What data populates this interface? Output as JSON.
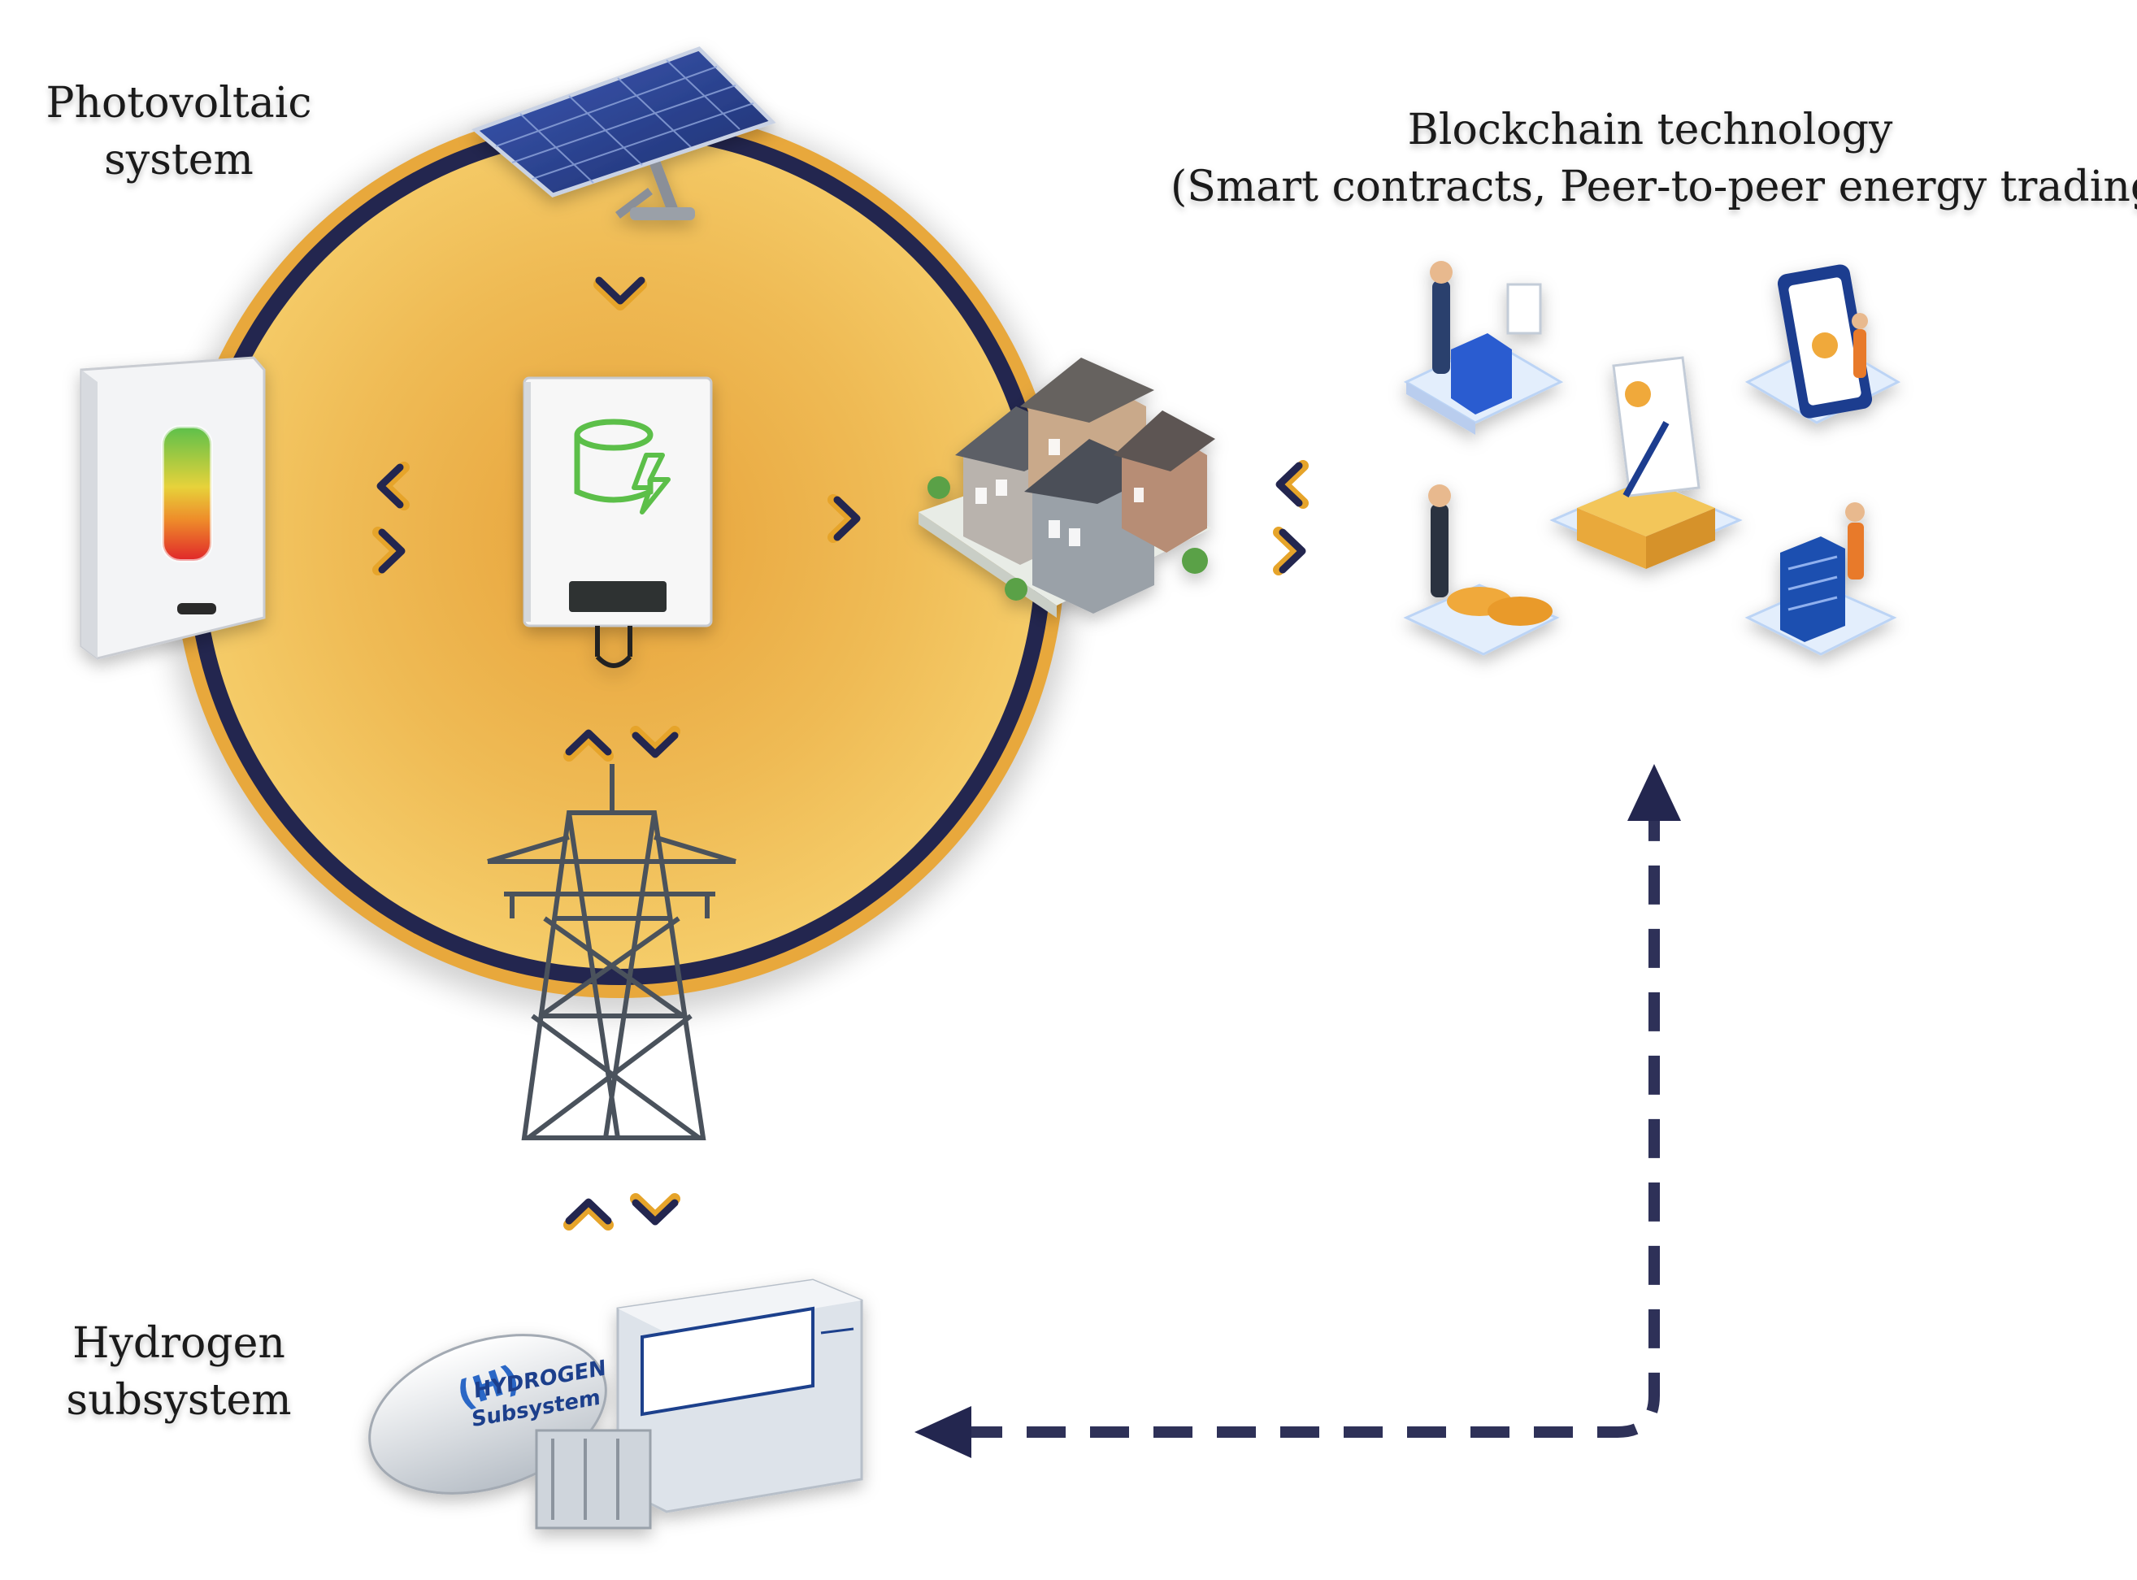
{
  "labels": {
    "photovoltaic_line1": "Photovoltaic",
    "photovoltaic_line2": "system",
    "blockchain_line1": "Blockchain technology",
    "blockchain_line2": "(Smart contracts, Peer-to-peer energy trading)",
    "hydrogen_line1": "Hydrogen",
    "hydrogen_line2": "subsystem"
  },
  "equipment_text": {
    "container_line1": "HYDROGEN",
    "container_line2": "Subsystem",
    "tank_mark": "(H)"
  },
  "colors": {
    "circle_gold": "#e8a83c",
    "circle_ring": "#23264f",
    "arrow_navy": "#23264f",
    "chevron_gold": "#e6a42a",
    "inverter_green": "#5cbf4a"
  },
  "icons": [
    "solar-panel-icon",
    "battery-icon",
    "inverter-icon",
    "houses-icon",
    "transmission-tower-icon",
    "hydrogen-plant-icon",
    "blockchain-illustration-icon"
  ]
}
